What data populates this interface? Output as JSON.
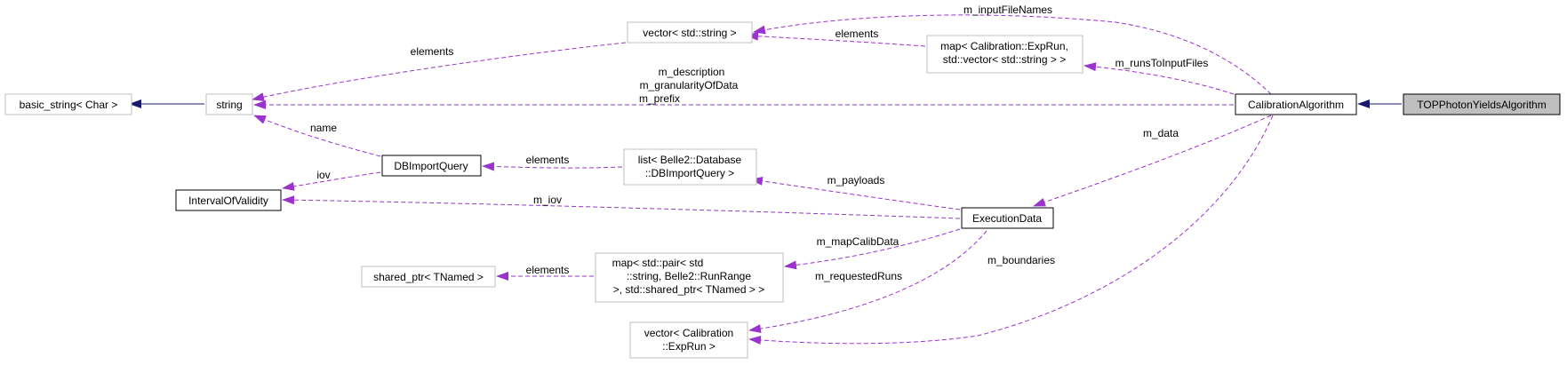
{
  "nodes": {
    "basic_string": "basic_string< Char >",
    "string": "string",
    "interval_of_validity": "IntervalOfValidity",
    "vector_string": "vector< std::string >",
    "map_exprun": [
      "map< Calibration::ExpRun,",
      "std::vector< std::string > >"
    ],
    "dbimportquery": "DBImportQuery",
    "list_dbimportquery": [
      "list< Belle2::Database",
      "::DBImportQuery >"
    ],
    "calibration_algorithm": "CalibrationAlgorithm",
    "top_photon_yields": "TOPPhotonYieldsAlgorithm",
    "execution_data": "ExecutionData",
    "shared_ptr": "shared_ptr< TNamed >",
    "map_pair": [
      "map< std::pair< std",
      "::string, Belle2::RunRange",
      " >, std::shared_ptr< TNamed > >"
    ],
    "vector_exprun": [
      "vector< Calibration",
      "::ExpRun >"
    ]
  },
  "edges": {
    "m_inputFileNames": "m_inputFileNames",
    "elements_vector_string": "elements",
    "elements_map_exprun": "elements",
    "m_runsToInputFiles": "m_runsToInputFiles",
    "string_members": [
      "m_description",
      "m_granularityOfData",
      "m_prefix"
    ],
    "name": "name",
    "iov": "iov",
    "elements_list": "elements",
    "m_data": "m_data",
    "m_payloads": "m_payloads",
    "m_iov": "m_iov",
    "m_mapCalibData": "m_mapCalibData",
    "elements_shared_ptr": "elements",
    "m_requestedRuns": "m_requestedRuns",
    "m_boundaries": "m_boundaries"
  },
  "colors": {
    "usage_edge": "#9a32cd",
    "inheritance_edge": "#191970",
    "focus_fill": "#bfbfbf",
    "node_border_doc": "#000000",
    "node_border_undoc": "#bfbfbf"
  }
}
